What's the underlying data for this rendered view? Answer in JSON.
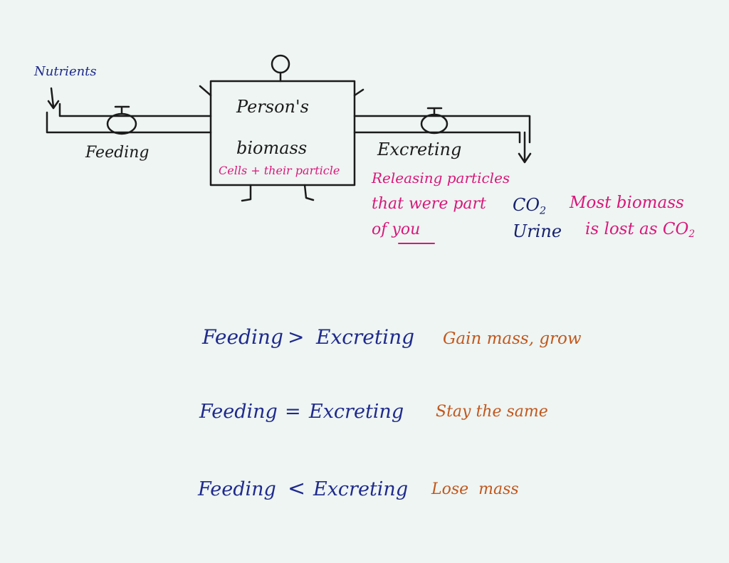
{
  "diagram": {
    "nutrients_label": "Nutrients",
    "feeding_label": "Feeding",
    "box_label_line1": "Person's",
    "box_label_line2": "biomass",
    "box_caption": "Cells + their particle",
    "excreting_label": "Excreting",
    "releasing_line1": "Releasing particles",
    "releasing_line2": "that were part",
    "releasing_line3_prefix": "of",
    "releasing_line3_word": "you",
    "output_co2": "CO",
    "output_co2_sub": "2",
    "output_urine": "Urine",
    "note_line1": "Most biomass",
    "note_line2": "is lost as CO",
    "note_line2_sub": "2"
  },
  "relations": [
    {
      "left": "Feeding",
      "op": ">",
      "right": "Excreting",
      "result": "Gain mass, grow"
    },
    {
      "left": "Feeding",
      "op": "=",
      "right": "Excreting",
      "result": "Stay the same"
    },
    {
      "left": "Feeding",
      "op": "<",
      "right": "Excreting",
      "result": "Lose  mass"
    }
  ],
  "colors": {
    "ink": "#1b1b1b",
    "blue": "#1f2a8c",
    "pink": "#d9187a",
    "orange": "#c2571c",
    "paper": "#eef5f3"
  }
}
